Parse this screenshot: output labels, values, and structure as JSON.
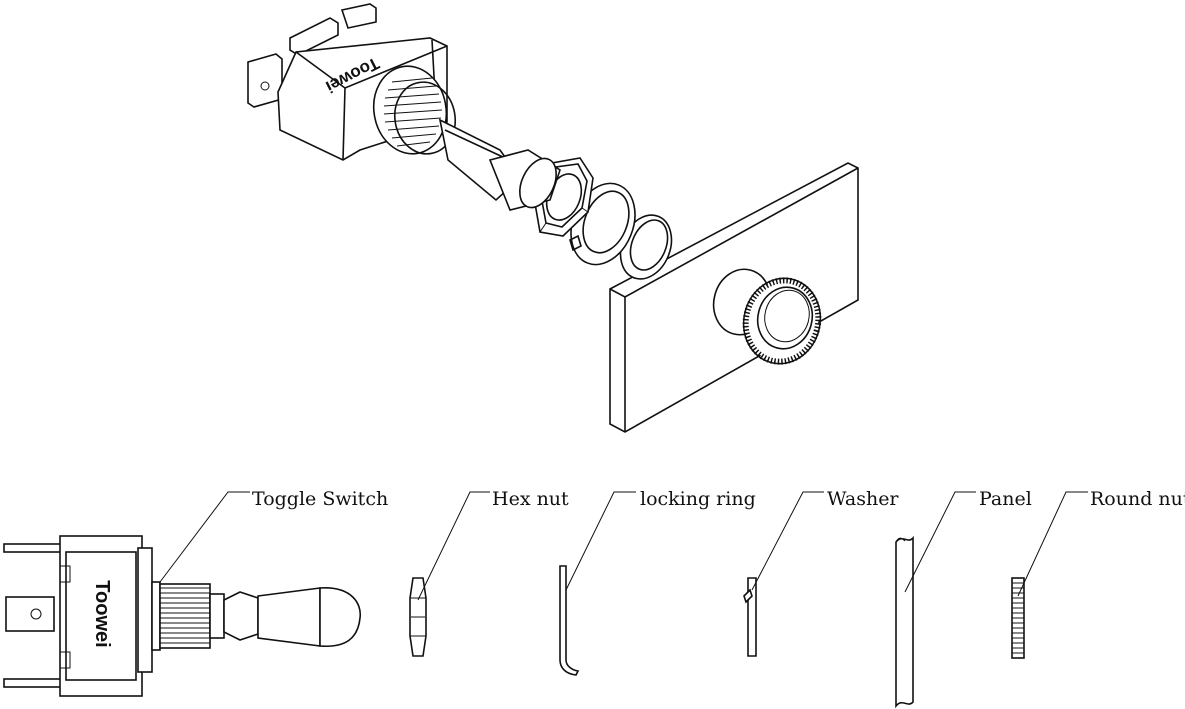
{
  "brand": "Toowei",
  "labels": {
    "toggle_switch": "Toggle Switch",
    "hex_nut": "Hex nut",
    "locking_ring": "locking ring",
    "washer": "Washer",
    "panel": "Panel",
    "round_nut": "Round nut"
  }
}
